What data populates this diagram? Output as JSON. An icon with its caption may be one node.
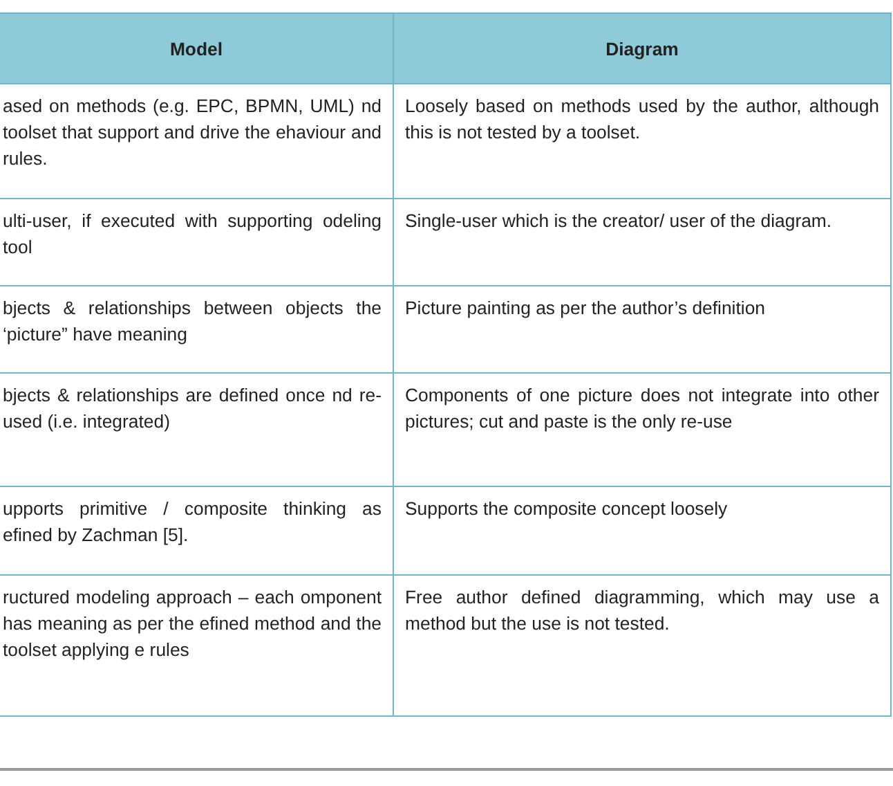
{
  "diagram": {
    "labels": [
      "Model",
      "Diagram",
      "ased on methods (e.g. EPC, BPMN, UML) nd toolset that support and drive the ehaviour and rules.",
      "Loosely based on methods used by the author, although this is not tested by a toolset.",
      "ulti-user,  if executed with supporting odeling tool",
      "Single-user which is the creator/ user of the diagram.",
      "bjects & relationships between objects the ‘picture” have meaning",
      "Picture painting as per the author’s definition",
      "bjects & relationships are defined once nd re-used (i.e. integrated)",
      "Components of one picture does not integrate into other pictures; cut and paste is the only re-use",
      "upports primitive / composite thinking as efined by Zachman [5].",
      "Supports the composite concept loosely",
      "ructured modeling approach – each omponent has meaning as per the efined method and the toolset applying e rules",
      "Free author defined diagramming, which may use a method but the use is not tested."
    ]
  }
}
